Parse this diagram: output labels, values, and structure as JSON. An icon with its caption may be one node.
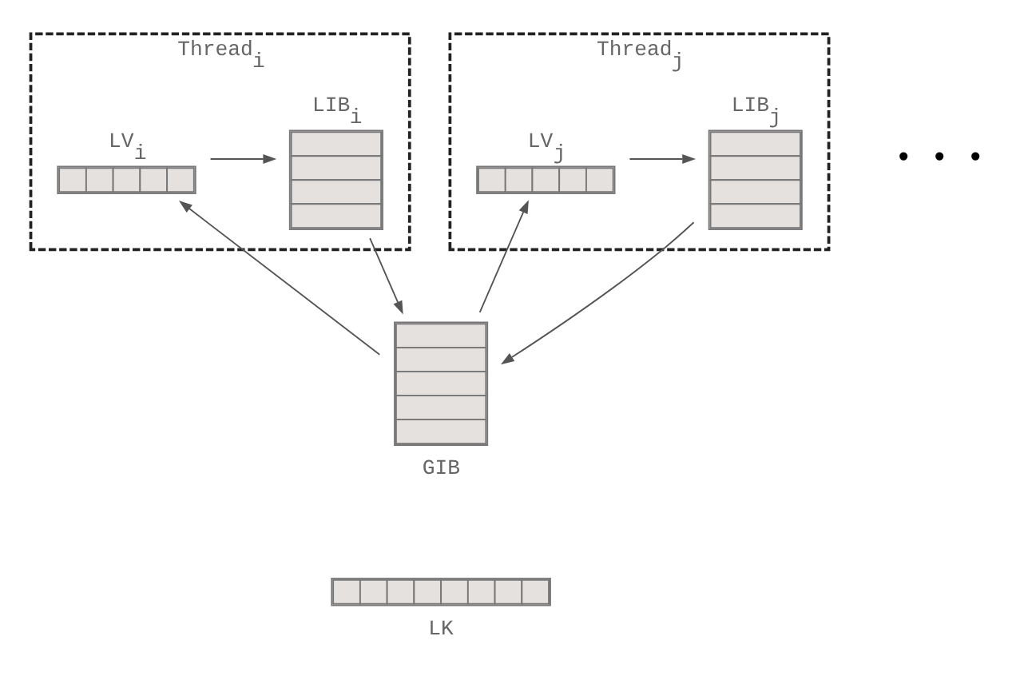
{
  "diagram": {
    "nodes": [
      {
        "text": [
          "Thread$_{i}$"
        ]
      },
      {
        "text": [
          "LV$_{i}$"
        ],
        "in": 0
      },
      {
        "text": [
          "LIB$_{i}$"
        ],
        "in": 0
      },
      {
        "text": [
          "Thread$_{j}$"
        ]
      },
      {
        "text": [
          "LIB$_{j}$"
        ],
        "in": 3
      },
      {
        "text": [
          "LV$_{j}$"
        ],
        "in": 3
      },
      {
        "text": [
          "GIB"
        ]
      },
      {
        "text": [
          "LK"
        ]
      }
    ],
    "edges": [
      {
        "from": 1,
        "to": 2,
        "arrow": "to"
      },
      {
        "from": 5,
        "to": 4,
        "arrow": "to"
      },
      {
        "from": 2,
        "to": 6,
        "arrow": "to"
      },
      {
        "from": 4,
        "to": 6,
        "arrow": "to"
      },
      {
        "from": 6,
        "to": 1,
        "arrow": "to"
      },
      {
        "from": 6,
        "to": 5,
        "arrow": "to"
      }
    ],
    "labels": [
      "• • •"
    ]
  }
}
